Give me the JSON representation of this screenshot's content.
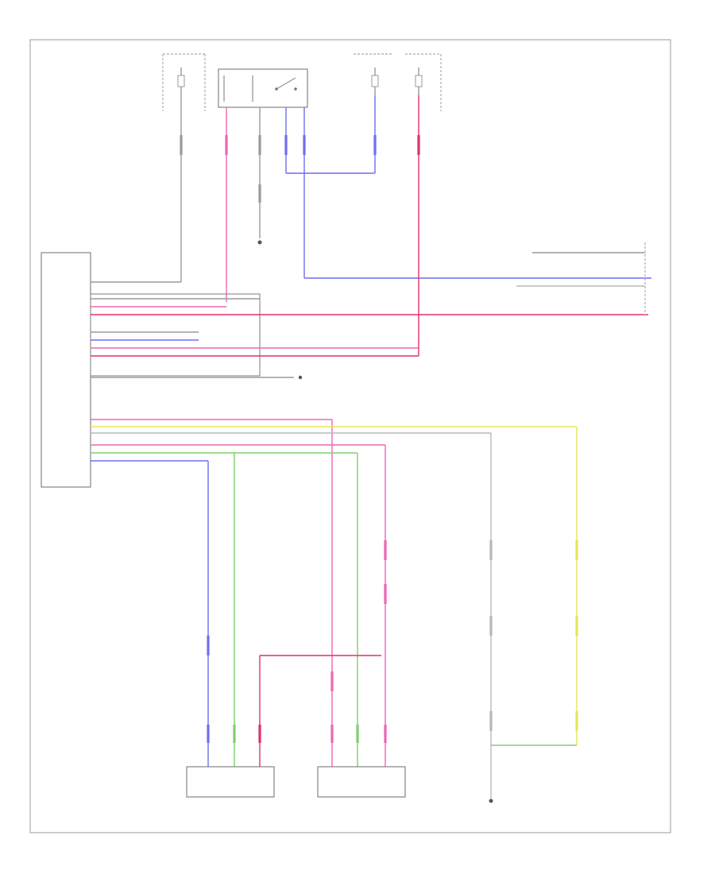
{
  "diagram": {
    "footer_code": "",
    "modules": {
      "control_module": {
        "label": ""
      },
      "parking_switch": {
        "label": ""
      },
      "left_rear_sensor": {
        "label": ""
      },
      "right_rear_sensor": {
        "label": ""
      },
      "left_inner_sensor": {
        "label": ""
      },
      "right_inner_sensor": {
        "label": ""
      },
      "instrument_cluster": {
        "label": ""
      }
    },
    "fuses": [
      {
        "id": "fuse-1",
        "label": ""
      },
      {
        "id": "fuse-2",
        "label": ""
      },
      {
        "id": "fuse-3",
        "label": ""
      }
    ],
    "grounds": [
      {
        "id": "ground-1",
        "label": ""
      },
      {
        "id": "ground-2",
        "label": ""
      },
      {
        "id": "ground-3",
        "label": ""
      }
    ],
    "colors": {
      "pink": "#ec66b8",
      "red": "#e0306a",
      "blue": "#6f6fef",
      "yellow": "#e6e65a",
      "green": "#7ed06a",
      "gray": "#9a9a9a"
    }
  }
}
